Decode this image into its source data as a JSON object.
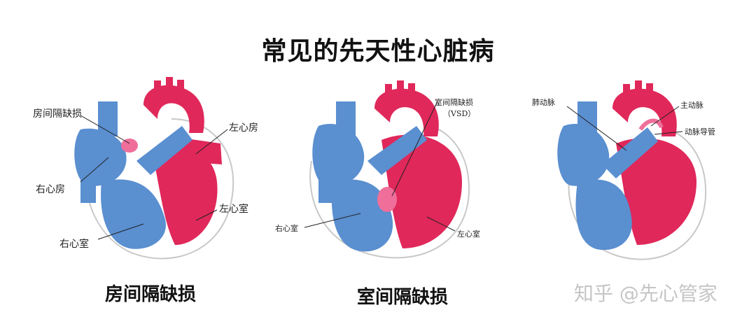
{
  "title": "常见的先天性心脏病",
  "panels": [
    {
      "caption": "房间隔缺损",
      "labels": {
        "defect": "房间隔缺损",
        "left_atrium": "左心房",
        "right_atrium": "右心房",
        "left_ventricle": "左心室",
        "right_ventricle": "右心室"
      }
    },
    {
      "caption": "室间隔缺损",
      "labels": {
        "defect": "室间隔缺损",
        "defect_abbr": "（VSD）",
        "right_ventricle": "右心室",
        "left_ventricle": "左心室"
      }
    },
    {
      "caption": "",
      "labels": {
        "pulmonary_artery": "肺动脉",
        "aorta": "主动脉",
        "ductus": "动脉导管"
      }
    }
  ],
  "watermark": "知乎 @先心管家",
  "colors": {
    "red": "#e0285a",
    "blue": "#5a8fd0",
    "defect": "#ef6f9a"
  }
}
